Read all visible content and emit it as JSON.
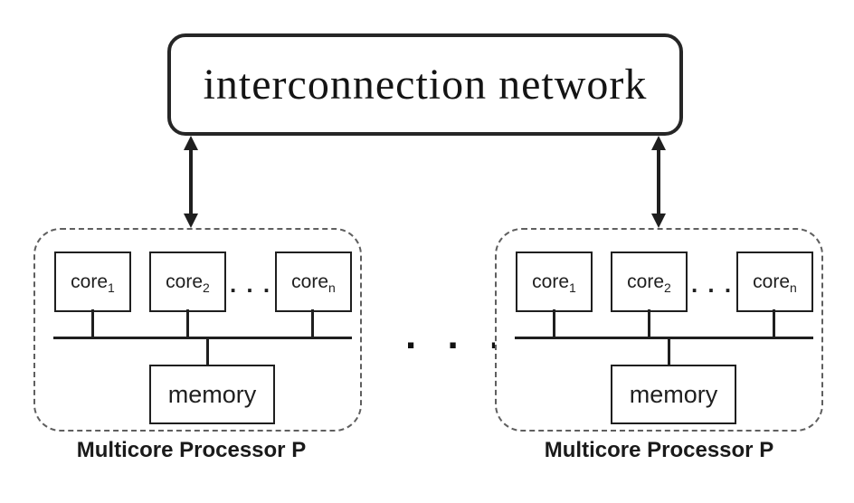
{
  "diagram": {
    "title_semantic": "distributed-memory cluster of multicore processors",
    "network": {
      "label": "interconnection network"
    },
    "cluster_ellipsis": ". . .",
    "processors": [
      {
        "cores": [
          {
            "base": "core",
            "sub": "1"
          },
          {
            "base": "core",
            "sub": "2"
          },
          {
            "base": "core",
            "sub": "n"
          }
        ],
        "core_ellipsis": ". . .",
        "memory_label": "memory",
        "caption": "Multicore Processor P"
      },
      {
        "cores": [
          {
            "base": "core",
            "sub": "1"
          },
          {
            "base": "core",
            "sub": "2"
          },
          {
            "base": "core",
            "sub": "n"
          }
        ],
        "core_ellipsis": ". . .",
        "memory_label": "memory",
        "caption": "Multicore Processor P"
      }
    ],
    "colors": {
      "line": "#1f1f1f",
      "network_border": "#262626",
      "dashed_border": "#5f5f5f",
      "background": "#ffffff"
    }
  }
}
